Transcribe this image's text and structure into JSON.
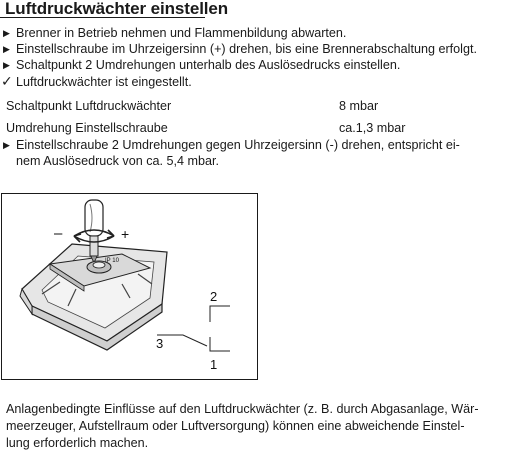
{
  "heading": "Luftdruckwächter einstellen",
  "steps": [
    "Brenner in Betrieb nehmen und Flammenbildung abwarten.",
    "Einstellschraube im Uhrzeigersinn (+) drehen, bis eine Brennerabschaltung erfolgt.",
    "Schaltpunkt 2 Umdrehungen unterhalb des Auslösedrucks einstellen."
  ],
  "result": "Luftdruckwächter ist eingestellt.",
  "table": [
    {
      "label": "Schaltpunkt Luftdruckwächter",
      "value": "8 mbar"
    },
    {
      "label": "Umdrehung Einstellschraube",
      "value": "ca.1,3 mbar"
    }
  ],
  "note_step_lines": [
    "Einstellschraube 2 Umdrehungen gegen Uhrzeigersinn (-) drehen, entspricht ei-",
    "nem Auslösedruck von ca. 5,4 mbar."
  ],
  "figure": {
    "minus": "–",
    "plus": "+",
    "dial": "IP 10",
    "label_2": "2",
    "label_3": "3",
    "label_1": "1"
  },
  "footer_lines": [
    "Anlagenbedingte Einflüsse auf den Luftdruckwächter (z. B. durch Abgasanlage, Wär-",
    "meerzeuger, Aufstellraum oder Luftversorgung) können eine abweichende Einstel-",
    "lung erforderlich machen."
  ],
  "icons": {
    "bullet": "triangle-bullet-icon",
    "check": "checkmark-icon"
  }
}
